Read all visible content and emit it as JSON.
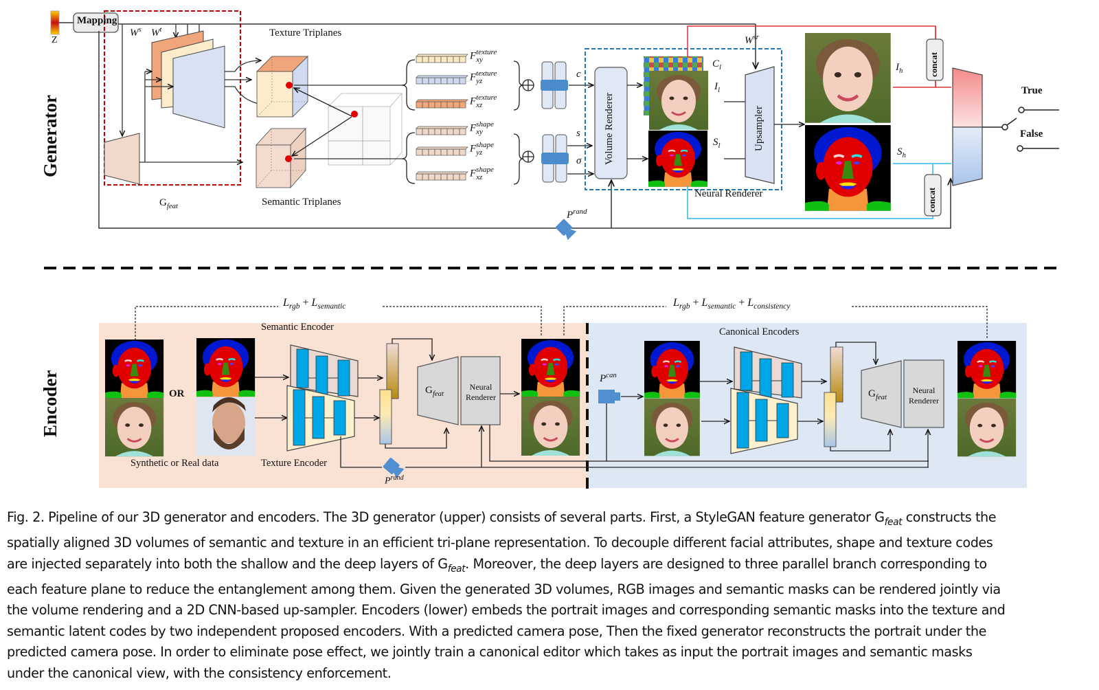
{
  "generator": {
    "section_label": "Generator",
    "z_label": "Z",
    "mapping_label": "Mapping",
    "ws_label": "W",
    "ws_sup": "s",
    "wt_label": "W",
    "wt_sup": "t",
    "gfeat_main": "G",
    "gfeat_sub": "feat",
    "texture_triplanes_label": "Texture Triplanes",
    "semantic_triplanes_label": "Semantic Triplanes",
    "features": [
      {
        "base": "F",
        "sup": "texture",
        "sub": "xy",
        "color": "#fde9c4"
      },
      {
        "base": "F",
        "sup": "texture",
        "sub": "yz",
        "color": "#cfdaf0"
      },
      {
        "base": "F",
        "sup": "texture",
        "sub": "xz",
        "color": "#f0a77a"
      },
      {
        "base": "F",
        "sup": "shape",
        "sub": "xy",
        "color": "#f0d8c8"
      },
      {
        "base": "F",
        "sup": "shape",
        "sub": "yz",
        "color": "#f0d8c8"
      },
      {
        "base": "F",
        "sup": "shape",
        "sub": "xz",
        "color": "#f0d8c8"
      }
    ],
    "c_label": "c",
    "s_label": "s",
    "sigma_label": "σ",
    "volume_renderer_label": "Volume Renderer",
    "cl_label": "C",
    "cl_sub": "l",
    "il_label": "I",
    "il_sub": "l",
    "sl_label": "S",
    "sl_sub": "l",
    "wsr_label": "W",
    "wsr_sup": "sr",
    "upsampler_label": "Upsampler",
    "neural_renderer_label": "Neural Renderer",
    "ih_label": "I",
    "ih_sub": "h",
    "sh_label": "S",
    "sh_sub": "h",
    "concat_label": "concat",
    "prand_label": "P",
    "prand_sup": "rand",
    "true_label": "True",
    "false_label": "False",
    "colors": {
      "gfeat_box": "#c00000",
      "neural_renderer_box": "#1f77b4",
      "red_line": "#e03030",
      "cyan_line": "#33b5e5"
    }
  },
  "encoder": {
    "section_label": "Encoder",
    "loss_left": {
      "a": "L",
      "a_sub": "rgb",
      "plus": "+",
      "b": "L",
      "b_sub": "semantic"
    },
    "loss_right": {
      "a": "L",
      "a_sub": "rgb",
      "b": "L",
      "b_sub": "semantic",
      "c": "L",
      "c_sub": "consistency",
      "plus": "+"
    },
    "or_label": "OR",
    "data_label": "Synthetic or Real data",
    "semantic_encoder_label": "Semantic Encoder",
    "texture_encoder_label": "Texture Encoder",
    "canonical_encoders_label": "Canonical Encoders",
    "gfeat_main": "G",
    "gfeat_sub": "feat",
    "neural_renderer_line1": "Neural",
    "neural_renderer_line2": "Renderer",
    "prand_label": "P",
    "prand_sup": "rand",
    "pcan_label": "P",
    "pcan_sup": "can",
    "colors": {
      "left_panel": "#f9e1d3",
      "right_panel": "#dde8f4",
      "encoder_block": "#00a6e6"
    }
  },
  "caption": {
    "lines": [
      [
        "Fig. 2.  Pipeline of our 3D generator and encoders. The 3D generator (upper) consists of several parts. First, a StyleGAN feature generator G",
        "feat",
        " constructs the"
      ],
      [
        "spatially aligned 3D volumes of semantic and texture in an efficient tri-plane representation. To decouple different facial attributes, shape and texture codes"
      ],
      [
        "are injected separately into both the shallow and the deep layers of G",
        "feat",
        ". Moreover, the deep layers are designed to three parallel branch corresponding to"
      ],
      [
        "each feature plane to reduce the entanglement among them. Given the generated 3D volumes, RGB images and semantic masks can be rendered jointly via"
      ],
      [
        "the volume rendering and a 2D CNN-based up-sampler. Encoders (lower) embeds the portrait images and corresponding semantic masks into the texture and"
      ],
      [
        "semantic latent codes by two independent proposed encoders. With a predicted camera pose, Then the fixed generator reconstructs the portrait under the"
      ],
      [
        "predicted camera pose. In order to eliminate pose effect, we jointly train a canonical editor which takes as input the portrait images and semantic masks"
      ],
      [
        "under the canonical view, with the consistency enforcement."
      ]
    ]
  }
}
